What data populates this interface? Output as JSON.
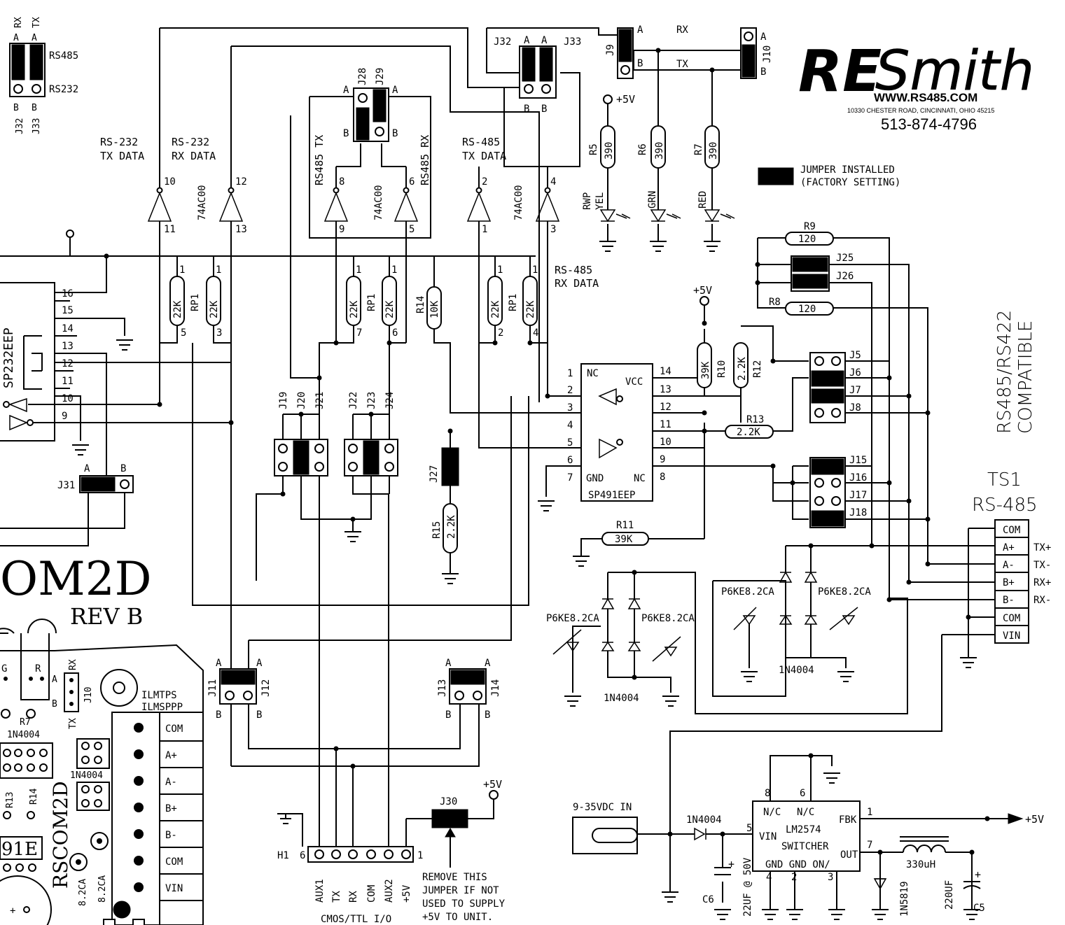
{
  "logo": {
    "brand_re": "RE",
    "brand_smith": "Smith",
    "url": "WWW.RS485.COM",
    "address": "10330 CHESTER ROAD, CINCINNATI, OHIO 45215",
    "phone": "513-874-4796"
  },
  "legend": {
    "line1": "JUMPER INSTALLED",
    "line2": "(FACTORY SETTING)"
  },
  "compat": {
    "line1": "RS485/RS422",
    "line2": "COMPATIBLE"
  },
  "board": {
    "name": "OM2D",
    "rev": "REV B",
    "silk_name": "RSCOM2D"
  },
  "power": {
    "p5v": "+5V",
    "vin_label": "9-35VDC IN"
  },
  "j32j33": {
    "rx": "RX",
    "tx": "TX",
    "a": "A",
    "b": "B",
    "rs485": "RS485",
    "rs232": "RS232",
    "j32": "J32",
    "j33": "J33"
  },
  "signals": {
    "rs232_tx": [
      "RS-232",
      "TX DATA"
    ],
    "rs232_rx": [
      "RS-232",
      "RX DATA"
    ],
    "rs485_tx_top": [
      "RS-485",
      "TX DATA"
    ],
    "rs485_rx_side": [
      "RS-485",
      "RX DATA"
    ],
    "rs485_tx_v": "RS485 TX",
    "rs485_rx_v": "RS485 RX"
  },
  "gates": {
    "part": "74AC00",
    "pins": [
      "10",
      "11",
      "12",
      "13",
      "8",
      "9",
      "6",
      "5",
      "2",
      "1",
      "4",
      "3"
    ]
  },
  "jumpers": [
    "J5",
    "J6",
    "J7",
    "J8",
    "J9",
    "J10",
    "J11",
    "J12",
    "J13",
    "J14",
    "J15",
    "J16",
    "J17",
    "J18",
    "J19",
    "J20",
    "J21",
    "J22",
    "J23",
    "J24",
    "J25",
    "J26",
    "J27",
    "J28",
    "J29",
    "J30",
    "J31",
    "J32",
    "J33"
  ],
  "resistors": {
    "R5": "390",
    "R6": "390",
    "R7": "390",
    "R8": "120",
    "R9": "120",
    "R10": "39K",
    "R11": "39K",
    "R12": "2.2K",
    "R13": "2.2K",
    "R14": "10K",
    "R15": "2.2K",
    "RP1": "22K"
  },
  "leds": {
    "rwp": "RWP",
    "yel": "YEL",
    "grn": "GRN",
    "red": "RED"
  },
  "ic_sp491": {
    "name": "SP491EEP",
    "left_pins": [
      "1",
      "2",
      "3",
      "4",
      "5",
      "6",
      "7"
    ],
    "right_pins": [
      "14",
      "13",
      "12",
      "11",
      "10",
      "9",
      "8"
    ],
    "nc": "NC",
    "vcc": "VCC",
    "gnd": "GND"
  },
  "ic_sp232": {
    "name": "SP232EEP",
    "pins": [
      "16",
      "15",
      "14",
      "13",
      "12",
      "11",
      "10",
      "9"
    ]
  },
  "ts1": {
    "title": "TS1",
    "subtitle": "RS-485",
    "terms": [
      "COM",
      "A+",
      "A-",
      "B+",
      "B-",
      "COM",
      "VIN"
    ],
    "side": [
      "TX+",
      "TX-",
      "RX+",
      "RX-"
    ]
  },
  "diodes": {
    "tvs": "P6KE8.2CA",
    "rect": "1N4004",
    "schottky": "1N5819"
  },
  "regulator": {
    "name": "LM2574",
    "type": "SWITCHER",
    "nc1": "N/C",
    "nc2": "N/C",
    "vin": "VIN",
    "fbk": "FBK",
    "out": "OUT",
    "gnd_row": "GND GND ON/",
    "pins": [
      "8",
      "6",
      "5",
      "1",
      "7",
      "4",
      "2",
      "3"
    ]
  },
  "caps": {
    "c6": "C6",
    "c6_val": "22UF @ 50V",
    "c5": "C5",
    "c5_val": "220UF"
  },
  "inductor": "330uH",
  "h1": {
    "name": "H1",
    "pin6": "6",
    "pin1": "1",
    "pins": [
      "AUX1",
      "TX",
      "RX",
      "COM",
      "AUX2",
      "+5V"
    ],
    "caption": "CMOS/TTL I/O"
  },
  "j30_note": [
    "REMOVE THIS",
    "JUMPER IF NOT",
    "USED TO SUPPLY",
    "+5V TO UNIT."
  ],
  "silk": {
    "ilm": [
      "ILMTPS",
      "ILMSPPP"
    ],
    "terms": [
      "COM",
      "A+",
      "A-",
      "B+",
      "B-",
      "COM",
      "VIN"
    ],
    "misc": [
      "G",
      "R",
      "A",
      "B",
      "RX",
      "TX",
      "J10",
      "R7",
      "1N4004",
      "1N4004",
      "R13",
      "R14",
      "8.2CA",
      "8.2CA",
      "91E"
    ]
  }
}
